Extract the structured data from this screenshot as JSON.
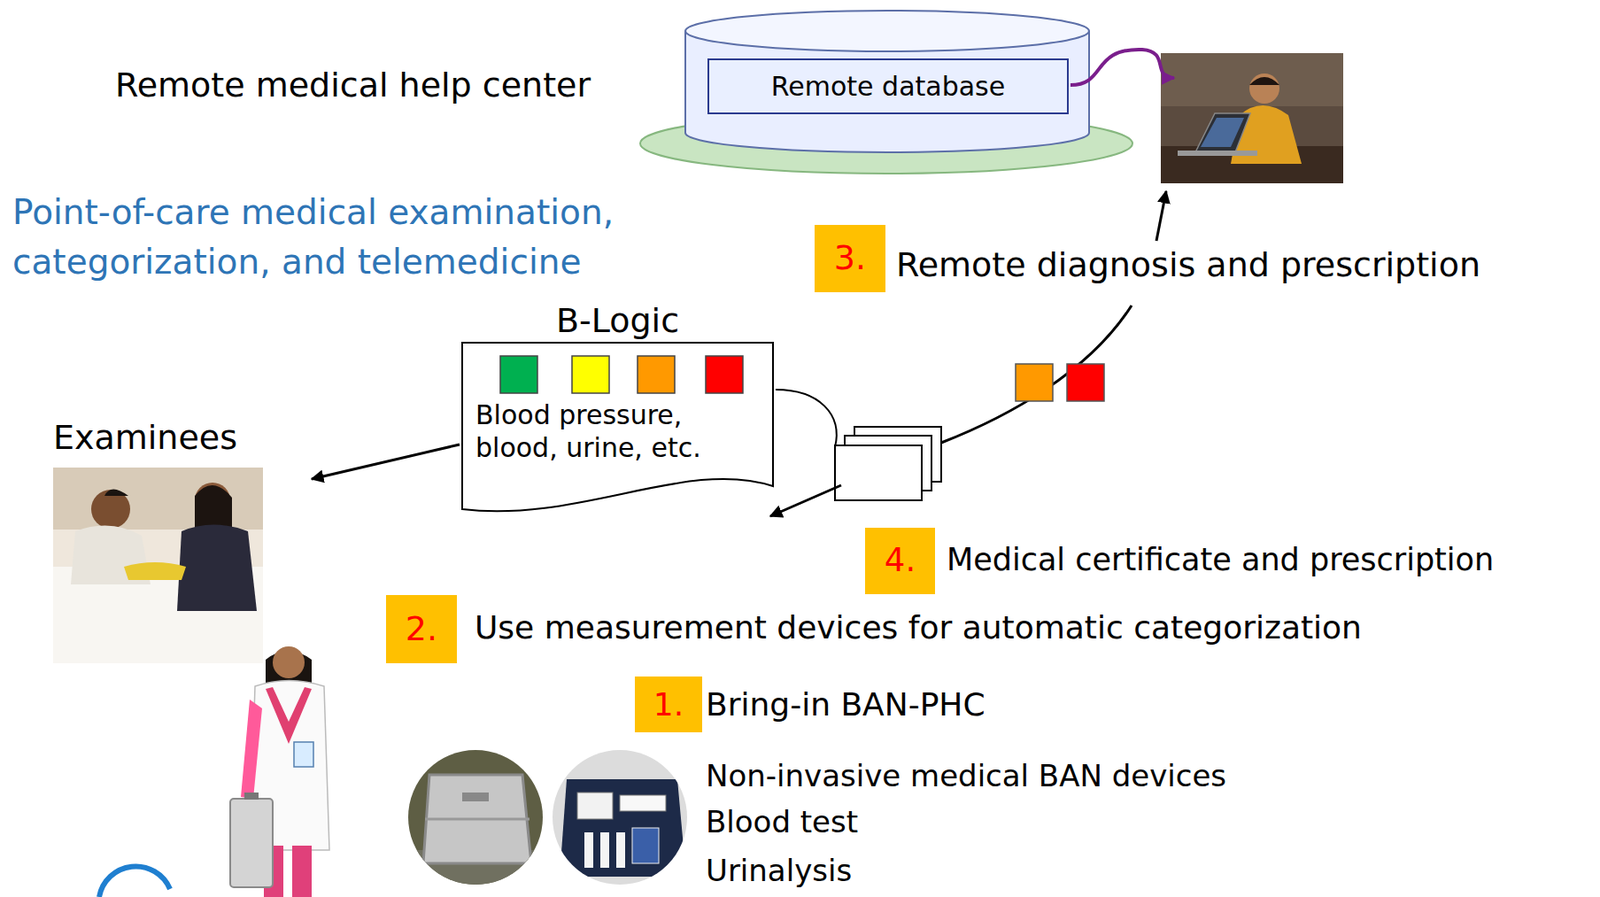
{
  "diagram": {
    "nodes": [
      {
        "text": [
          "Remote database"
        ]
      },
      {
        "text": [
          "3."
        ]
      },
      {
        "text": [
          "B-Logic",
          "Blood pressure, blood, urine, etc."
        ]
      },
      {
        "text": [
          "4."
        ]
      },
      {
        "text": [
          "2."
        ]
      },
      {
        "text": [
          "1."
        ]
      }
    ],
    "labels": [
      "Remote medical help center",
      "Point-of-care medical examination, categorization, and telemedicine",
      "Remote diagnosis and prescription",
      "Examinees",
      "Medical certificate and prescription",
      "Use measurement devices for automatic categorization",
      "Bring-in BAN-PHC",
      "Non-invasive medical BAN devices",
      "Blood test",
      "Urinalysis"
    ]
  }
}
